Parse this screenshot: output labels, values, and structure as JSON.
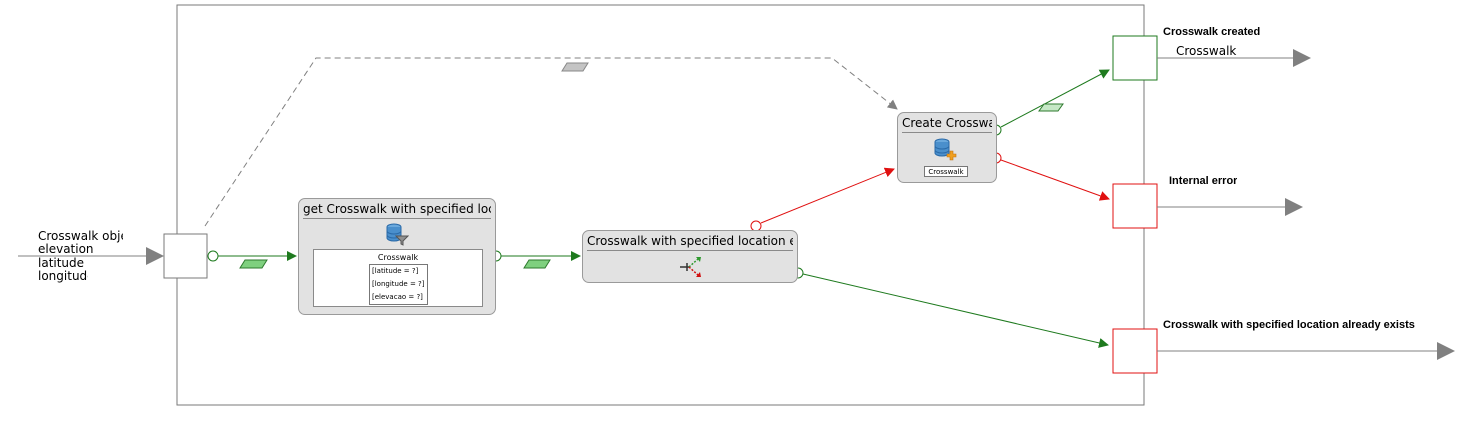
{
  "inputs": {
    "lines": [
      "Crosswalk objec",
      "elevation",
      "latitude",
      "longitude"
    ]
  },
  "query_node": {
    "title": "get Crosswalk with specified locatio",
    "entity": "Crosswalk",
    "conditions": [
      "[latitude = ?]",
      "[longitude = ?]",
      "[elevacao = ?]"
    ]
  },
  "decision_node": {
    "title": "Crosswalk with specified location exist:"
  },
  "create_node": {
    "title": "Create Crosswalk",
    "entity": "Crosswalk"
  },
  "outputs": {
    "created_title": "Crosswalk created",
    "created_param": "Crosswalk ic",
    "error_title": "Internal error",
    "exists_title": "Crosswalk with specified location already exists"
  },
  "colors": {
    "success": "#1e7a1e",
    "failure": "#e01010",
    "dashed": "#808080",
    "frame": "#7a7a7a"
  }
}
